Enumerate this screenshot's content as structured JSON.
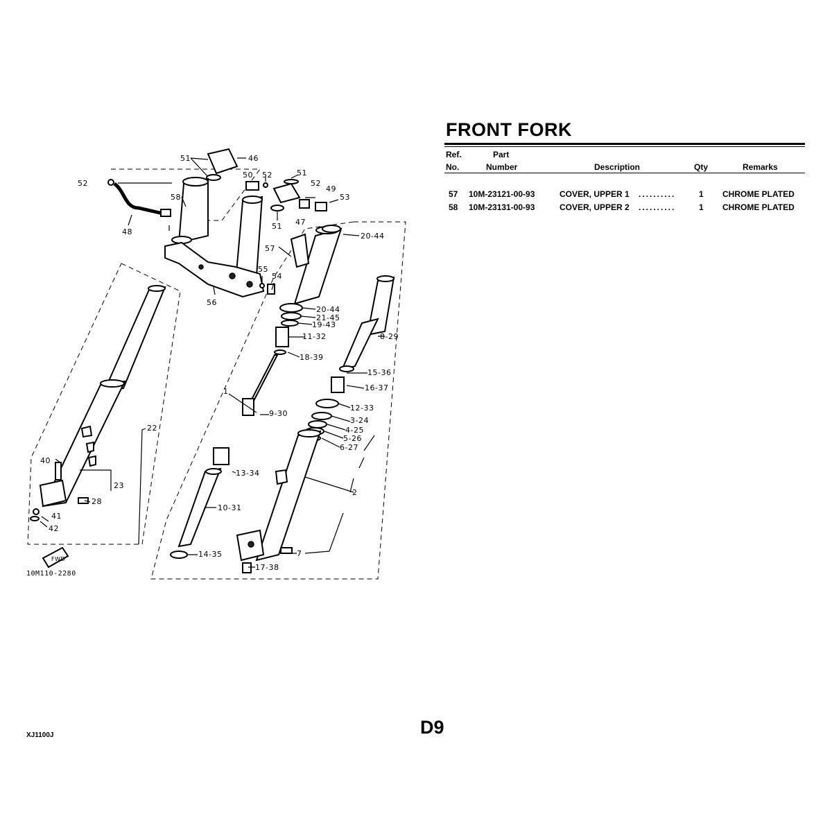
{
  "page": {
    "title": "FRONT FORK",
    "page_number": "D9",
    "model_code": "XJ1100J",
    "drawing_number": "10M110-2280"
  },
  "table": {
    "headers": {
      "ref_line1": "Ref.",
      "ref_line2": "No.",
      "part_line1": "Part",
      "part_line2": "Number",
      "description": "Description",
      "qty": "Qty",
      "remarks": "Remarks"
    },
    "rows": [
      {
        "ref": "57",
        "part_number": "10M-23121-00-93",
        "description": "COVER, UPPER 1",
        "dots": "..........",
        "qty": "1",
        "remarks": "CHROME PLATED"
      },
      {
        "ref": "58",
        "part_number": "10M-23131-00-93",
        "description": "COVER, UPPER 2",
        "dots": "..........",
        "qty": "1",
        "remarks": "CHROME PLATED"
      }
    ]
  },
  "diagram": {
    "callouts": [
      "51",
      "46",
      "52",
      "50",
      "52",
      "51",
      "52",
      "49",
      "53",
      "58",
      "48",
      "51",
      "47",
      "20-44",
      "57",
      "55",
      "54",
      "56",
      "20-44",
      "21-45",
      "19-43",
      "11-32",
      "8-29",
      "18-39",
      "15-36",
      "16-37",
      "1",
      "9-30",
      "12-33",
      "3-24",
      "4-25",
      "5-26",
      "6-27",
      "22",
      "40",
      "23",
      "13-34",
      "2",
      "28",
      "41",
      "42",
      "10-31",
      "14-35",
      "7",
      "17-38"
    ],
    "fwd_label": "FWD"
  }
}
